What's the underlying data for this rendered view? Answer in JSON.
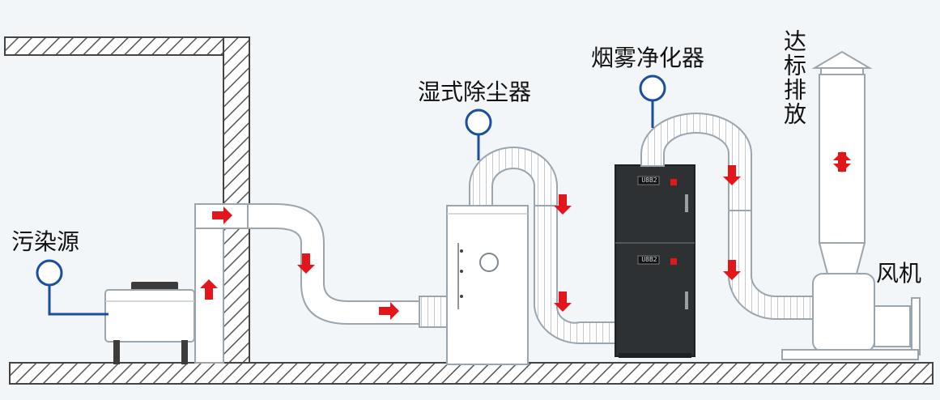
{
  "labels": {
    "pollution_source": "污染源",
    "wet_scrubber": "湿式除尘器",
    "smoke_purifier": "烟雾净化器",
    "compliant_emission": "达标排放",
    "fan": "风机"
  },
  "purifier_panel": {
    "display_top": "U8B2",
    "display_bottom": "U8B2"
  },
  "flow_arrows": [
    "up",
    "right",
    "down",
    "right",
    "down",
    "down",
    "down",
    "down",
    "down",
    "up"
  ],
  "colors": {
    "arrow": "#e2161b",
    "pointer": "#1a4fa0",
    "duct_fill": "#ffffff",
    "duct_stroke": "#9aa5ae",
    "purifier_body": "#2d3134",
    "wall_hatch": "#555555",
    "ground_hatch": "#555555"
  }
}
